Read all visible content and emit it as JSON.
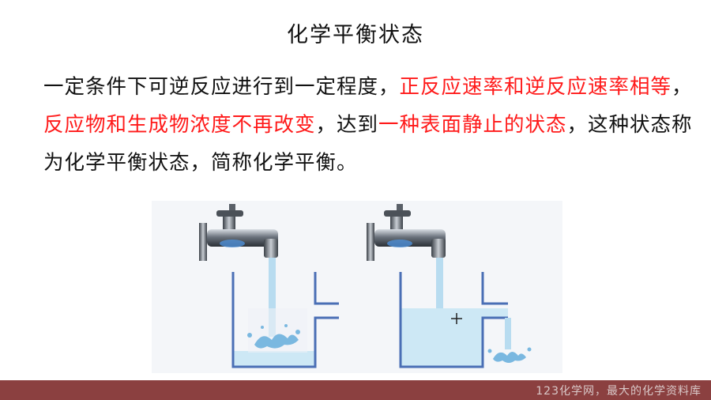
{
  "slide": {
    "title": "化学平衡状态",
    "paragraph": {
      "line1_a": "一定条件下可逆反应进行到一定程度，",
      "line1_b": "正反应速率和逆反应速率相等",
      "line1_c": "，",
      "line2_a": "反应物和生成物浓度不再改变",
      "line2_b": "，达到",
      "line2_c": "一种表面静止的状态",
      "line2_d": "，这种状态称",
      "line3": "为化学平衡状态，简称化学平衡。"
    }
  },
  "illustration": {
    "left_water_level": 0.12,
    "right_water_level": 0.62,
    "colors": {
      "water": "#cde8f5",
      "tank": "#4a6fb5",
      "stream": "#b8dcf0"
    }
  },
  "footer": {
    "text": "123化学网，最大的化学资料库"
  },
  "colors": {
    "highlight": "#ff1a1a",
    "footer_bg": "#8b4040"
  }
}
